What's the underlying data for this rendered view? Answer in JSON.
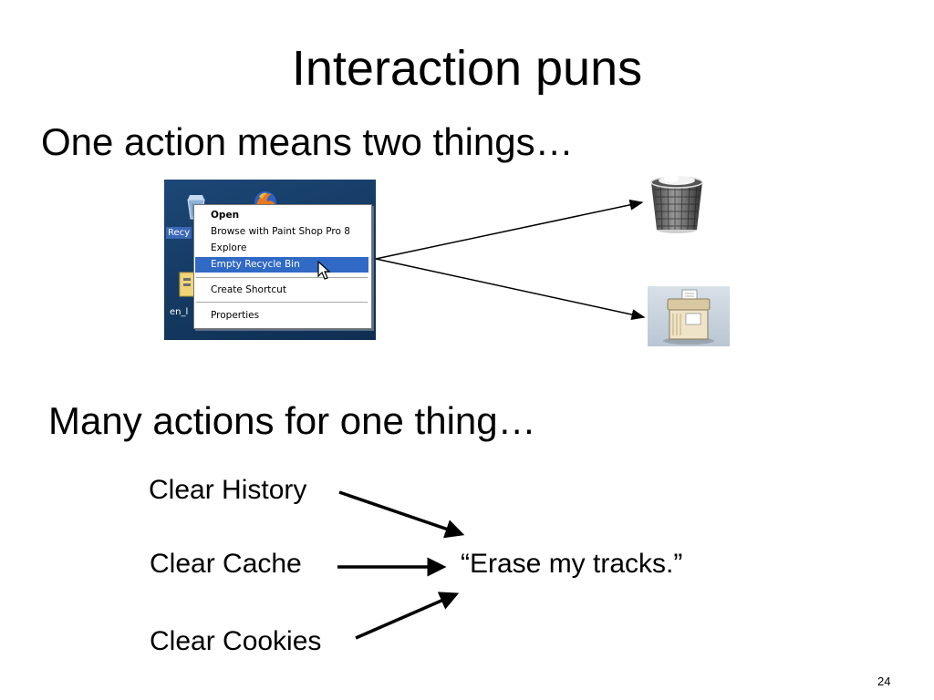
{
  "slide": {
    "title": "Interaction puns",
    "heading1": "One action means two things…",
    "heading2": "Many actions for one thing…",
    "page_number": "24"
  },
  "desktop": {
    "icons": [
      {
        "label": "Recy",
        "icon": "recycle-bin-icon"
      },
      {
        "label": "",
        "icon": "firefox-icon"
      },
      {
        "label": "en_l",
        "icon": "folder-icon"
      }
    ],
    "context_menu": {
      "items": [
        {
          "label": "Open",
          "bold": true,
          "highlighted": false
        },
        {
          "label": "Browse with Paint Shop Pro 8",
          "bold": false,
          "highlighted": false
        },
        {
          "label": "Explore",
          "bold": false,
          "highlighted": false
        },
        {
          "label": "Empty Recycle Bin",
          "bold": false,
          "highlighted": true
        },
        {
          "label": "Create Shortcut",
          "bold": false,
          "highlighted": false
        },
        {
          "label": "Properties",
          "bold": false,
          "highlighted": false
        }
      ]
    },
    "highlight_color": "#316ac5"
  },
  "images": {
    "trash": "trash-can-icon",
    "shredder": "paper-shredder-icon"
  },
  "actions": {
    "items": [
      "Clear History",
      "Clear Cache",
      "Clear Cookies"
    ],
    "result": "“Erase my tracks.”"
  }
}
